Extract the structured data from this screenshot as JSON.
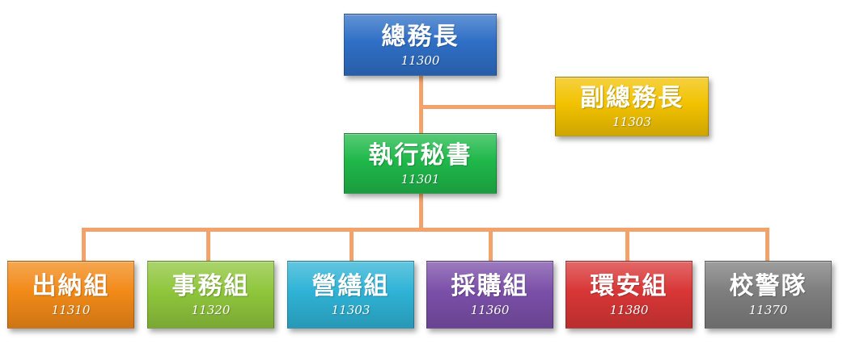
{
  "nodes": [
    {
      "id": "general-director",
      "title": "總務長",
      "code": "11300",
      "color": "#2f6fc6"
    },
    {
      "id": "deputy-director",
      "title": "副總務長",
      "code": "11303",
      "color": "#f2c200"
    },
    {
      "id": "executive-secretary",
      "title": "執行秘書",
      "code": "11301",
      "color": "#1fb84a"
    },
    {
      "id": "cashier-section",
      "title": "出納組",
      "code": "11310",
      "color": "#f28a18"
    },
    {
      "id": "affairs-section",
      "title": "事務組",
      "code": "11320",
      "color": "#8fc63c"
    },
    {
      "id": "construction-section",
      "title": "營繕組",
      "code": "11303",
      "color": "#2fb3d6"
    },
    {
      "id": "procurement-section",
      "title": "採購組",
      "code": "11360",
      "color": "#7b4fa8"
    },
    {
      "id": "environment-safety-section",
      "title": "環安組",
      "code": "11380",
      "color": "#d93636"
    },
    {
      "id": "campus-police",
      "title": "校警隊",
      "code": "11370",
      "color": "#7e7e7e"
    }
  ]
}
